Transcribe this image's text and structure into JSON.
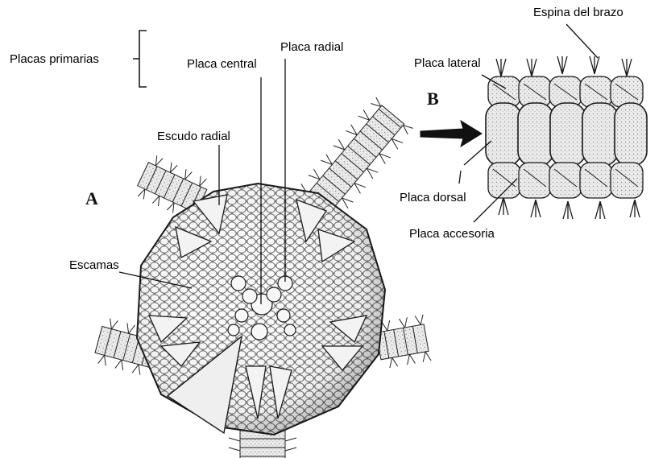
{
  "panels": {
    "a_letter": "A",
    "b_letter": "B"
  },
  "labels": {
    "placas_primarias": "Placas primarias",
    "placa_central": "Placa central",
    "placa_radial": "Placa radial",
    "escudo_radial": "Escudo radial",
    "escamas": "Escamas",
    "espina_del_brazo": "Espina del brazo",
    "placa_lateral": "Placa lateral",
    "placa_dorsal": "Placa dorsal",
    "placa_accesoria": "Placa accesoria"
  },
  "colors": {
    "ink": "#1a1a1a",
    "plate_fill": "#f2f2f2",
    "shadow": "#bdbdbd"
  }
}
